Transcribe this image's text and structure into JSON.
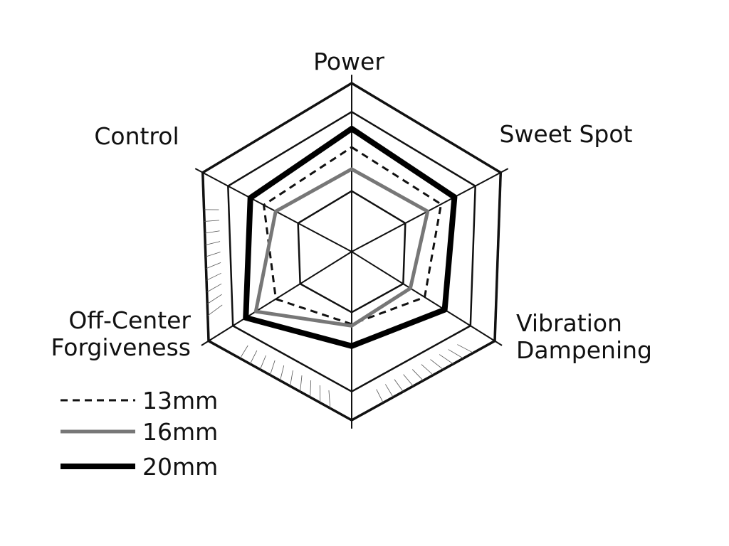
{
  "chart_data": {
    "type": "radar",
    "title": "",
    "axes": [
      "Power",
      "Sweet Spot",
      "Vibration Dampening",
      "",
      "Off-Center Forgiveness",
      "Control"
    ],
    "axis_label_lines": [
      [
        "Power"
      ],
      [
        "Sweet Spot"
      ],
      [
        "Vibration",
        "Dampening"
      ],
      [],
      [
        "Off-Center",
        "Forgiveness"
      ],
      [
        "Control"
      ]
    ],
    "range": [
      0,
      10
    ],
    "grid_levels": [
      3.6,
      8.3,
      10
    ],
    "series": [
      {
        "name": "13mm",
        "style": "dashed",
        "color": "#111111",
        "values": [
          6.2,
          6.0,
          5.1,
          4.3,
          5.3,
          5.9
        ]
      },
      {
        "name": "16mm",
        "style": "solid",
        "color": "#777777",
        "values": [
          4.9,
          5.1,
          4.1,
          4.4,
          6.7,
          5.1
        ]
      },
      {
        "name": "20mm",
        "style": "thick",
        "color": "#000000",
        "values": [
          7.3,
          6.9,
          6.5,
          5.6,
          7.4,
          6.8
        ]
      }
    ],
    "legend": {
      "placement": "bottom-left",
      "entries": [
        "13mm",
        "16mm",
        "20mm"
      ]
    }
  }
}
